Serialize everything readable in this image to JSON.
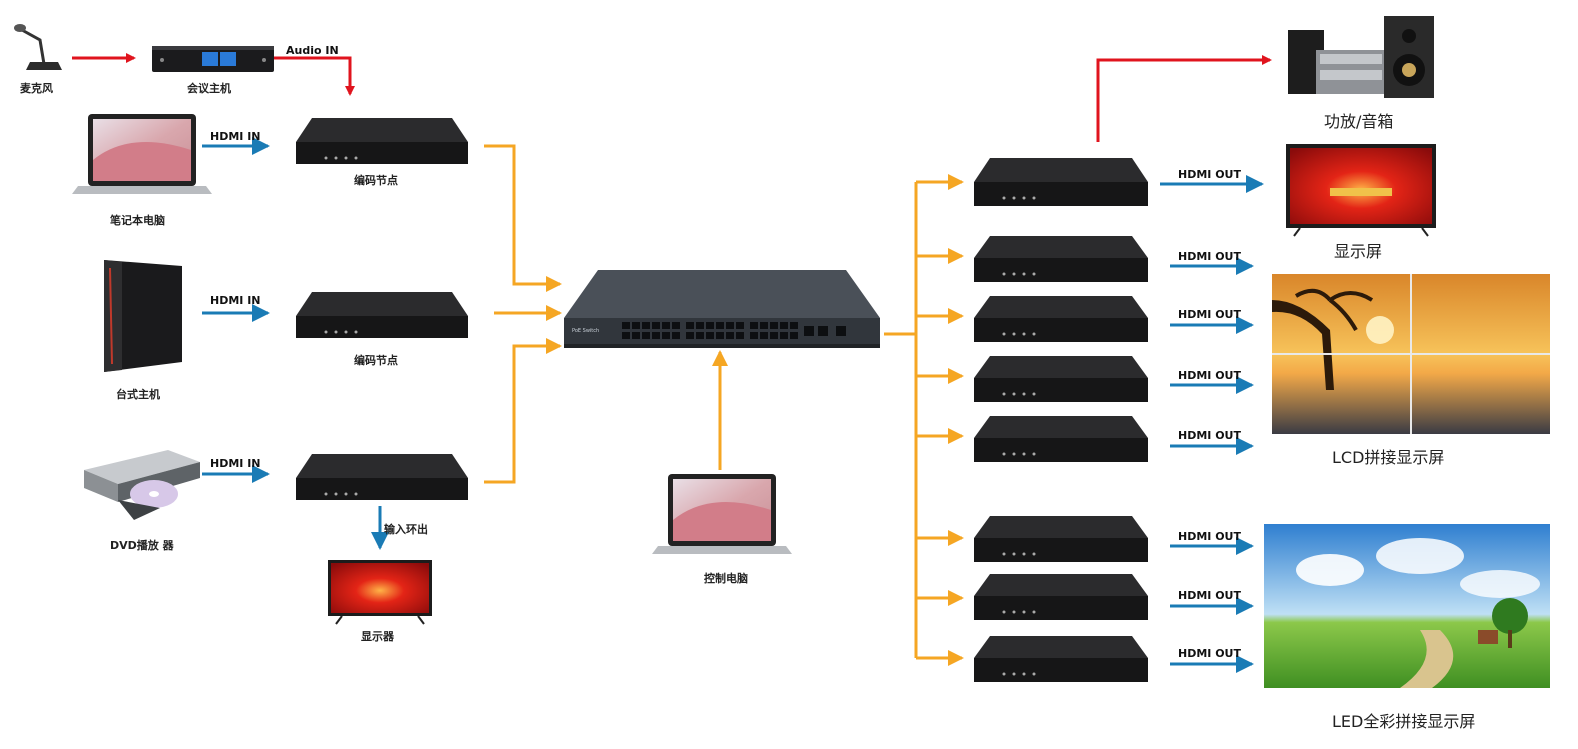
{
  "colors": {
    "audio_arrow": "#e0141e",
    "hdmi_arrow": "#1a7bb5",
    "network_line": "#f5a623",
    "device_body": "#1a1a1a",
    "switch_body": "#3a4048"
  },
  "sources": {
    "microphone": "麦克风",
    "conference_host": "会议主机",
    "laptop": "笔记本电脑",
    "desktop_host": "台式主机",
    "dvd_player": "DVD播放 器"
  },
  "links": {
    "audio_in": "Audio IN",
    "hdmi_in_1": "HDMI IN",
    "hdmi_in_2": "HDMI IN",
    "hdmi_in_3": "HDMI IN",
    "input_loop_out": "输入环出",
    "hdmi_out": [
      "HDMI OUT",
      "HDMI OUT",
      "HDMI OUT",
      "HDMI OUT",
      "HDMI OUT",
      "HDMI OUT",
      "HDMI OUT",
      "HDMI OUT"
    ]
  },
  "encoders": {
    "encoder_1": "编码节点",
    "encoder_2": "编码节点"
  },
  "switch": {
    "badge": "PoE Switch"
  },
  "control": {
    "control_pc": "控制电脑"
  },
  "outputs": {
    "amp_speaker": "功放/音箱",
    "display_screen": "显示屏",
    "lcd_wall": "LCD拼接显示屏",
    "led_wall": "LED全彩拼接显示屏",
    "loop_monitor": "显示器"
  }
}
